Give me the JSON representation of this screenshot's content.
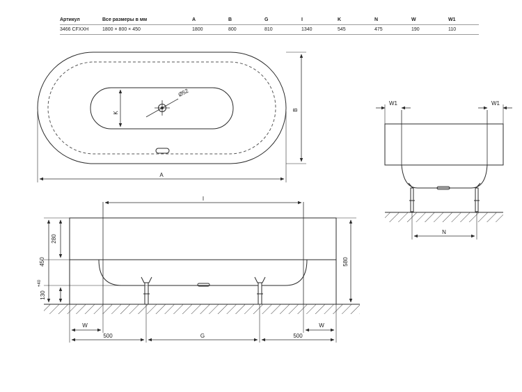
{
  "spec_table": {
    "headers": [
      "Артикул",
      "Все размеры в мм",
      "A",
      "B",
      "G",
      "I",
      "K",
      "N",
      "W",
      "W1"
    ],
    "values": [
      "3466 CFXXH",
      "1800 × 800 × 450",
      "1800",
      "800",
      "810",
      "1340",
      "545",
      "475",
      "190",
      "110"
    ]
  },
  "plan_view": {
    "labels": {
      "length": "A",
      "width": "B",
      "inner_width": "K",
      "drain": "Ø52"
    }
  },
  "side_view": {
    "labels": {
      "width": "N",
      "rim_left": "W1",
      "rim_right": "W1"
    }
  },
  "front_view": {
    "labels": {
      "inner_length": "I",
      "rim_height": "280",
      "total_height": "450",
      "floor_offset": "130",
      "floor_offset_tolerance": "+40",
      "overall_height": "580",
      "foot_span": "G",
      "rim_left": "W",
      "rim_right": "W",
      "left_offset": "500",
      "right_offset": "500"
    }
  },
  "colors": {
    "line": "#2a2a2a",
    "hatch": "#444444",
    "dashed": "#555555"
  }
}
